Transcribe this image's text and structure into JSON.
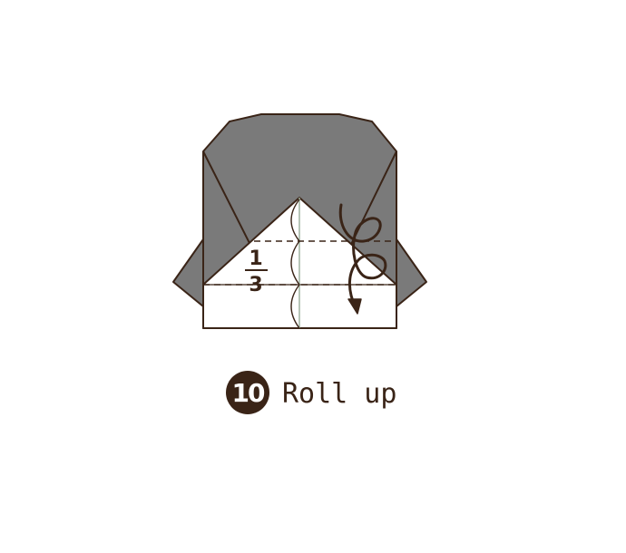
{
  "step": {
    "number": "10",
    "instruction": "Roll up"
  },
  "fraction": {
    "numerator": "1",
    "denominator": "3"
  },
  "colors": {
    "paper_gray": "#7a7a7a",
    "paper_white": "#ffffff",
    "outline": "#3a2417",
    "badge": "#3a2417",
    "crease": "#9fb3a0"
  },
  "icons": [
    "roll-up-arrow-icon"
  ]
}
